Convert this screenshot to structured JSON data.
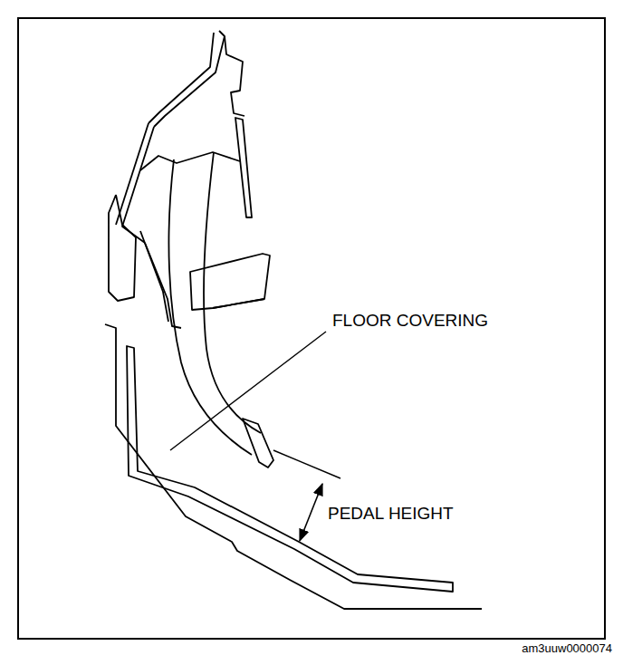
{
  "diagram": {
    "labels": [
      "FLOOR COVERING",
      "PEDAL HEIGHT",
      "am3uuw0000074"
    ]
  }
}
